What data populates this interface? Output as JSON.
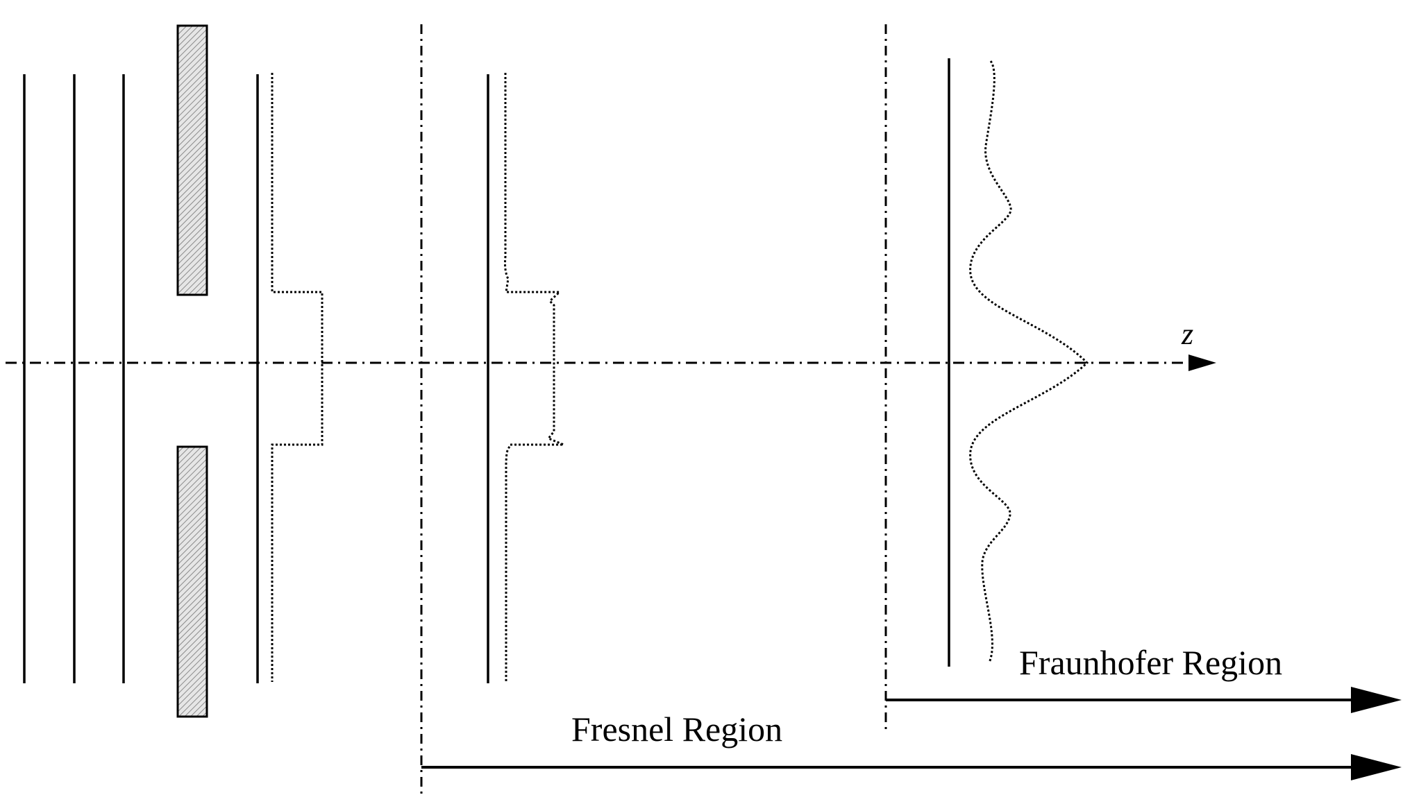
{
  "axis": {
    "label": "z"
  },
  "regions": {
    "fresnel": {
      "label": "Fresnel Region"
    },
    "fraunhofer": {
      "label": "Fraunhofer Region"
    }
  }
}
